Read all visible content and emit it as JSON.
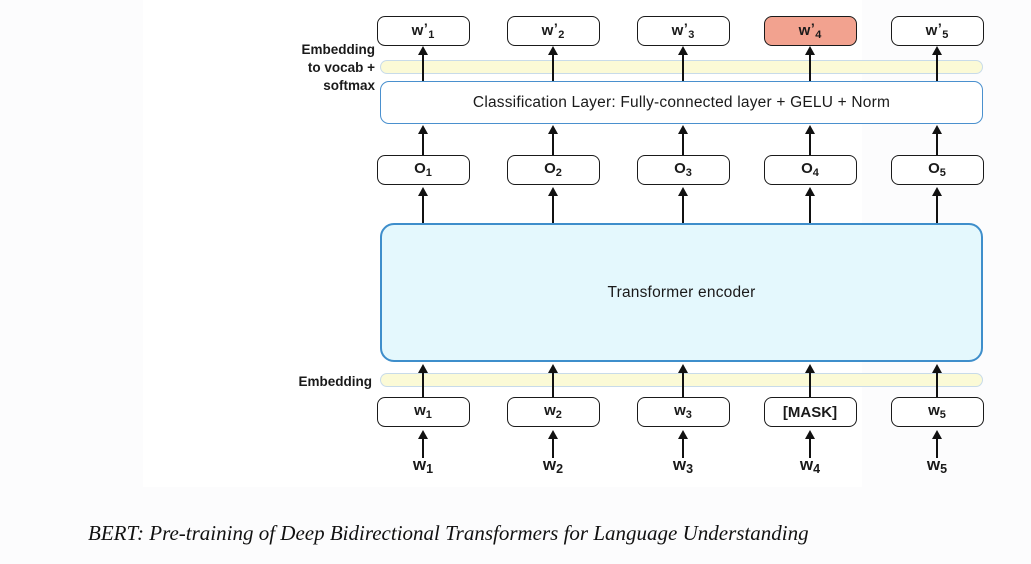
{
  "caption": "BERT: Pre-training of Deep Bidirectional Transformers for Language Understanding",
  "left_labels": {
    "embedding_to_vocab": [
      "Embedding",
      "to vocab +",
      "softmax"
    ],
    "embedding": "Embedding"
  },
  "classification_layer": {
    "label": "Classification Layer: Fully-connected layer + GELU + Norm"
  },
  "transformer": {
    "label": "Transformer encoder"
  },
  "columns": [
    {
      "output": {
        "base": "w",
        "prime": "’",
        "sub": "1"
      },
      "output_highlighted": false,
      "hidden": {
        "base": "O",
        "sub": "1"
      },
      "input": {
        "base": "w",
        "sub": "1"
      },
      "input_word": {
        "base": "w",
        "sub": "1"
      }
    },
    {
      "output": {
        "base": "w",
        "prime": "’",
        "sub": "2"
      },
      "output_highlighted": false,
      "hidden": {
        "base": "O",
        "sub": "2"
      },
      "input": {
        "base": "w",
        "sub": "2"
      },
      "input_word": {
        "base": "w",
        "sub": "2"
      }
    },
    {
      "output": {
        "base": "w",
        "prime": "’",
        "sub": "3"
      },
      "output_highlighted": false,
      "hidden": {
        "base": "O",
        "sub": "3"
      },
      "input": {
        "base": "w",
        "sub": "3"
      },
      "input_word": {
        "base": "w",
        "sub": "3"
      }
    },
    {
      "output": {
        "base": "w",
        "prime": "’",
        "sub": "4"
      },
      "output_highlighted": true,
      "hidden": {
        "base": "O",
        "sub": "4"
      },
      "input": {
        "text": "[MASK]"
      },
      "input_word": {
        "base": "w",
        "sub": "4"
      }
    },
    {
      "output": {
        "base": "w",
        "prime": "’",
        "sub": "5"
      },
      "output_highlighted": false,
      "hidden": {
        "base": "O",
        "sub": "5"
      },
      "input": {
        "base": "w",
        "sub": "5"
      },
      "input_word": {
        "base": "w",
        "sub": "5"
      }
    }
  ],
  "colors": {
    "highlight_fill": "#F2A28F",
    "embedding_bar_fill": "#FBFAD6",
    "embedding_bar_border": "#C8DBE9",
    "encoder_fill": "#E4F8FD",
    "encoder_border": "#3E8ECB",
    "classification_border": "#4A90CE",
    "box_border": "#1A1A1A",
    "text": "#1A1A1A"
  }
}
